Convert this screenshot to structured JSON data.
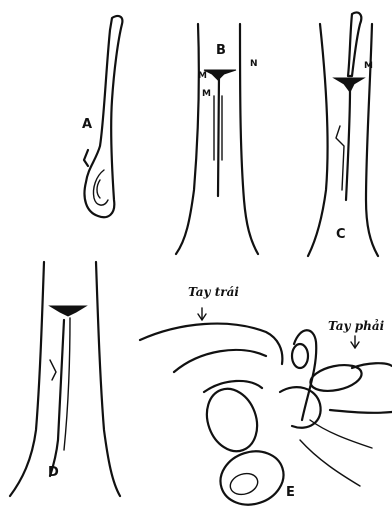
{
  "panels": {
    "a": {
      "label": "A"
    },
    "b": {
      "label": "B",
      "mark_left": "M",
      "mark_right": "N",
      "mark_left2": "M"
    },
    "c": {
      "label": "C",
      "mark": "M"
    },
    "d": {
      "label": "D"
    },
    "e": {
      "label": "E",
      "left_hand": "Tay trái",
      "right_hand": "Tay phải"
    }
  }
}
